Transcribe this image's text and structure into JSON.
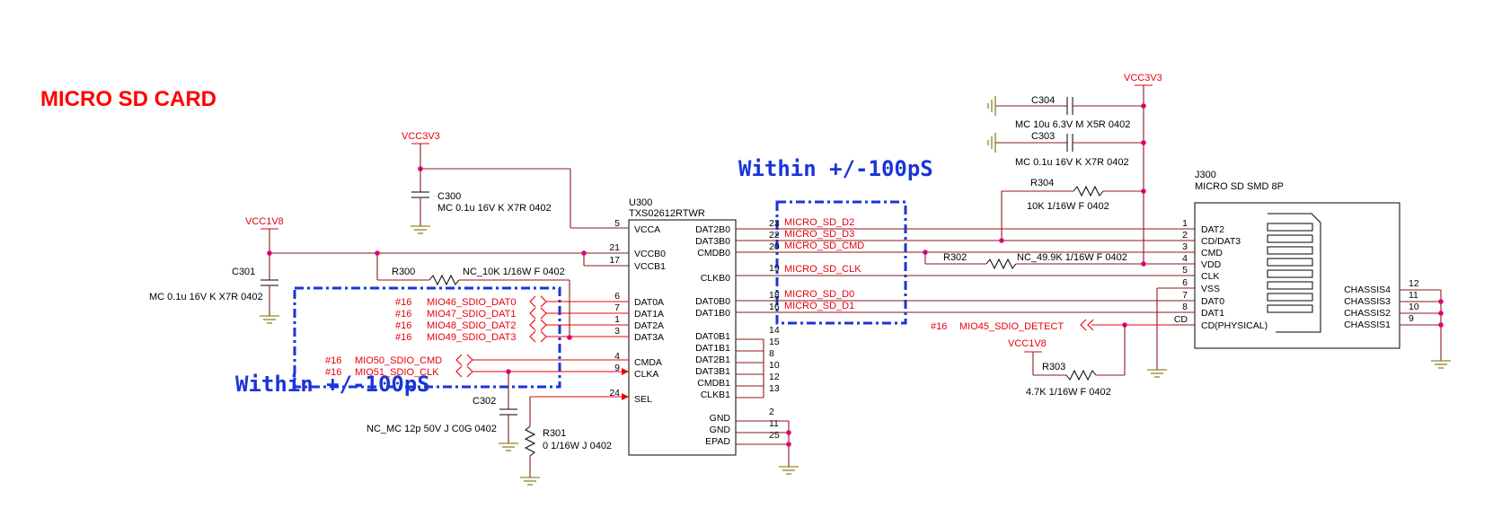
{
  "title": "MICRO SD CARD",
  "timing_note_top": "Within +/-100pS",
  "timing_note_bottom": "Within +/-100pS",
  "rails": {
    "vcc3v3_left": "VCC3V3",
    "vcc3v3_right": "VCC3V3",
    "vcc1v8_left": "VCC1V8",
    "vcc1v8_right": "VCC1V8"
  },
  "u300": {
    "ref": "U300",
    "part": "TXS02612RTWR",
    "left_pins": [
      {
        "num": "5",
        "name": "VCCA"
      },
      {
        "num": "21",
        "name": "VCCB0"
      },
      {
        "num": "17",
        "name": "VCCB1"
      },
      {
        "num": "6",
        "name": "DAT0A"
      },
      {
        "num": "7",
        "name": "DAT1A"
      },
      {
        "num": "1",
        "name": "DAT2A"
      },
      {
        "num": "3",
        "name": "DAT3A"
      },
      {
        "num": "4",
        "name": "CMDA"
      },
      {
        "num": "9",
        "name": "CLKA"
      },
      {
        "num": "24",
        "name": "SEL"
      }
    ],
    "right_pins": [
      {
        "num": "23",
        "name": "DAT2B0"
      },
      {
        "num": "22",
        "name": "DAT3B0"
      },
      {
        "num": "20",
        "name": "CMDB0"
      },
      {
        "num": "19",
        "name": "CLKB0"
      },
      {
        "num": "18",
        "name": "DAT0B0"
      },
      {
        "num": "16",
        "name": "DAT1B0"
      },
      {
        "num": "14",
        "name": "DAT0B1"
      },
      {
        "num": "15",
        "name": "DAT1B1"
      },
      {
        "num": "8",
        "name": "DAT2B1"
      },
      {
        "num": "10",
        "name": "DAT3B1"
      },
      {
        "num": "12",
        "name": "CMDB1"
      },
      {
        "num": "13",
        "name": "CLKB1"
      },
      {
        "num": "2",
        "name": "GND"
      },
      {
        "num": "11",
        "name": "GND"
      },
      {
        "num": "25",
        "name": "EPAD"
      }
    ]
  },
  "j300": {
    "ref": "J300",
    "part": "MICRO SD SMD 8P",
    "left_pins": [
      {
        "num": "1",
        "name": "DAT2"
      },
      {
        "num": "2",
        "name": "CD/DAT3"
      },
      {
        "num": "3",
        "name": "CMD"
      },
      {
        "num": "4",
        "name": "VDD"
      },
      {
        "num": "5",
        "name": "CLK"
      },
      {
        "num": "6",
        "name": "VSS"
      },
      {
        "num": "7",
        "name": "DAT0"
      },
      {
        "num": "8",
        "name": "DAT1"
      },
      {
        "num": "CD",
        "name": "CD(PHYSICAL)"
      }
    ],
    "right_pins": [
      {
        "num": "12",
        "name": "CHASSIS4"
      },
      {
        "num": "11",
        "name": "CHASSIS3"
      },
      {
        "num": "10",
        "name": "CHASSIS2"
      },
      {
        "num": "9",
        "name": "CHASSIS1"
      }
    ]
  },
  "left_nets": [
    {
      "sheet": "#16",
      "name": "MIO46_SDIO_DAT0"
    },
    {
      "sheet": "#16",
      "name": "MIO47_SDIO_DAT1"
    },
    {
      "sheet": "#16",
      "name": "MIO48_SDIO_DAT2"
    },
    {
      "sheet": "#16",
      "name": "MIO49_SDIO_DAT3"
    },
    {
      "sheet": "#16",
      "name": "MIO50_SDIO_CMD"
    },
    {
      "sheet": "#16",
      "name": "MIO51_SDIO_CLK"
    }
  ],
  "sd_nets": [
    "MICRO_SD_D2",
    "MICRO_SD_D3",
    "MICRO_SD_CMD",
    "MICRO_SD_CLK",
    "MICRO_SD_D0",
    "MICRO_SD_D1"
  ],
  "detect_net": {
    "sheet": "#16",
    "name": "MIO45_SDIO_DETECT"
  },
  "components": {
    "c300": {
      "ref": "C300",
      "value": "MC 0.1u 16V K X7R 0402"
    },
    "c301": {
      "ref": "C301",
      "value": "MC 0.1u 16V K X7R 0402"
    },
    "c302": {
      "ref": "C302",
      "value": "NC_MC 12p 50V J C0G 0402"
    },
    "c303": {
      "ref": "C303",
      "value": "MC 0.1u 16V K X7R 0402"
    },
    "c304": {
      "ref": "C304",
      "value": "MC 10u 6.3V M X5R 0402"
    },
    "r300": {
      "ref": "R300",
      "value": "NC_10K 1/16W F 0402"
    },
    "r301": {
      "ref": "R301",
      "value": "0 1/16W J 0402"
    },
    "r302": {
      "ref": "R302",
      "value": "NC_49.9K 1/16W F 0402"
    },
    "r303": {
      "ref": "R303",
      "value": "4.7K 1/16W F 0402"
    },
    "r304": {
      "ref": "R304",
      "value": "10K 1/16W F 0402"
    }
  }
}
